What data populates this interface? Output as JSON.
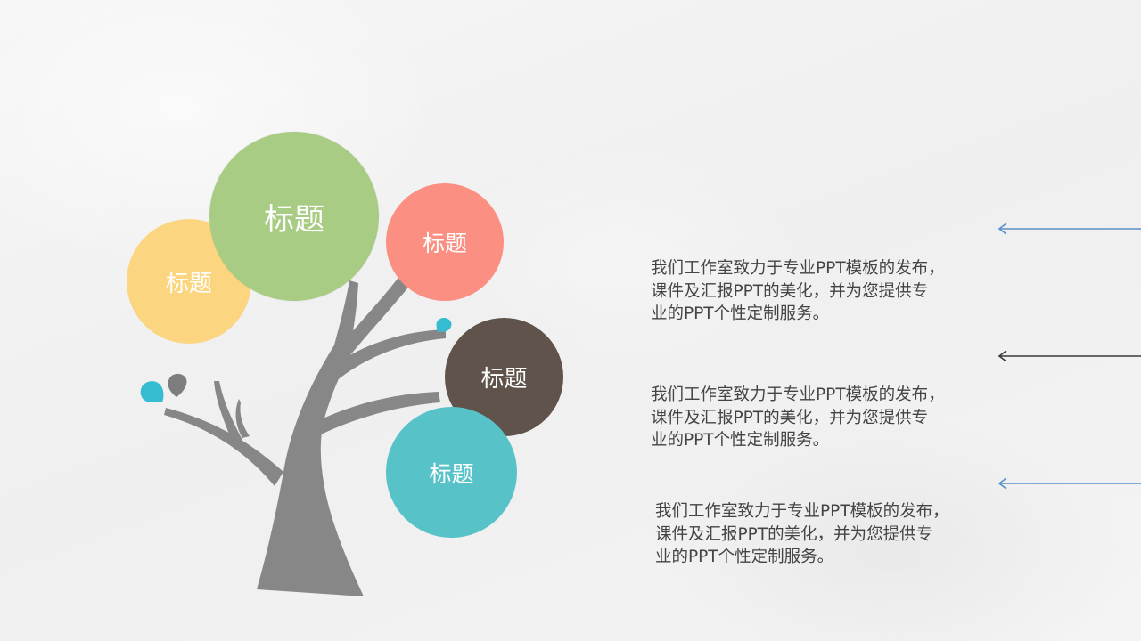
{
  "circles": [
    {
      "label": "标题",
      "color": "#fbd57f"
    },
    {
      "label": "标题",
      "color": "#a8cc84"
    },
    {
      "label": "标题",
      "color": "#fa8f82"
    },
    {
      "label": "标题",
      "color": "#5f534b"
    },
    {
      "label": "标题",
      "color": "#57c3c9"
    }
  ],
  "descriptions": [
    {
      "line1": "我们工作室致力于专业PPT模板的发布，",
      "line2": "课件及汇报PPT的美化，并为您提供专",
      "line3": "业的PPT个性定制服务。"
    },
    {
      "line1": "我们工作室致力于专业PPT模板的发布，",
      "line2": "课件及汇报PPT的美化，并为您提供专",
      "line3": "业的PPT个性定制服务。"
    },
    {
      "line1": "我们工作室致力于专业PPT模板的发布，",
      "line2": "课件及汇报PPT的美化，并为您提供专",
      "line3": "业的PPT个性定制服务。"
    }
  ],
  "colors": {
    "trunk": "#878787",
    "leaf_teal": "#35bcd0",
    "leaf_gray": "#7d7d7d",
    "arrow_blue": "#5b8fc7",
    "arrow_dark": "#3a3a3a",
    "text": "#444444"
  }
}
